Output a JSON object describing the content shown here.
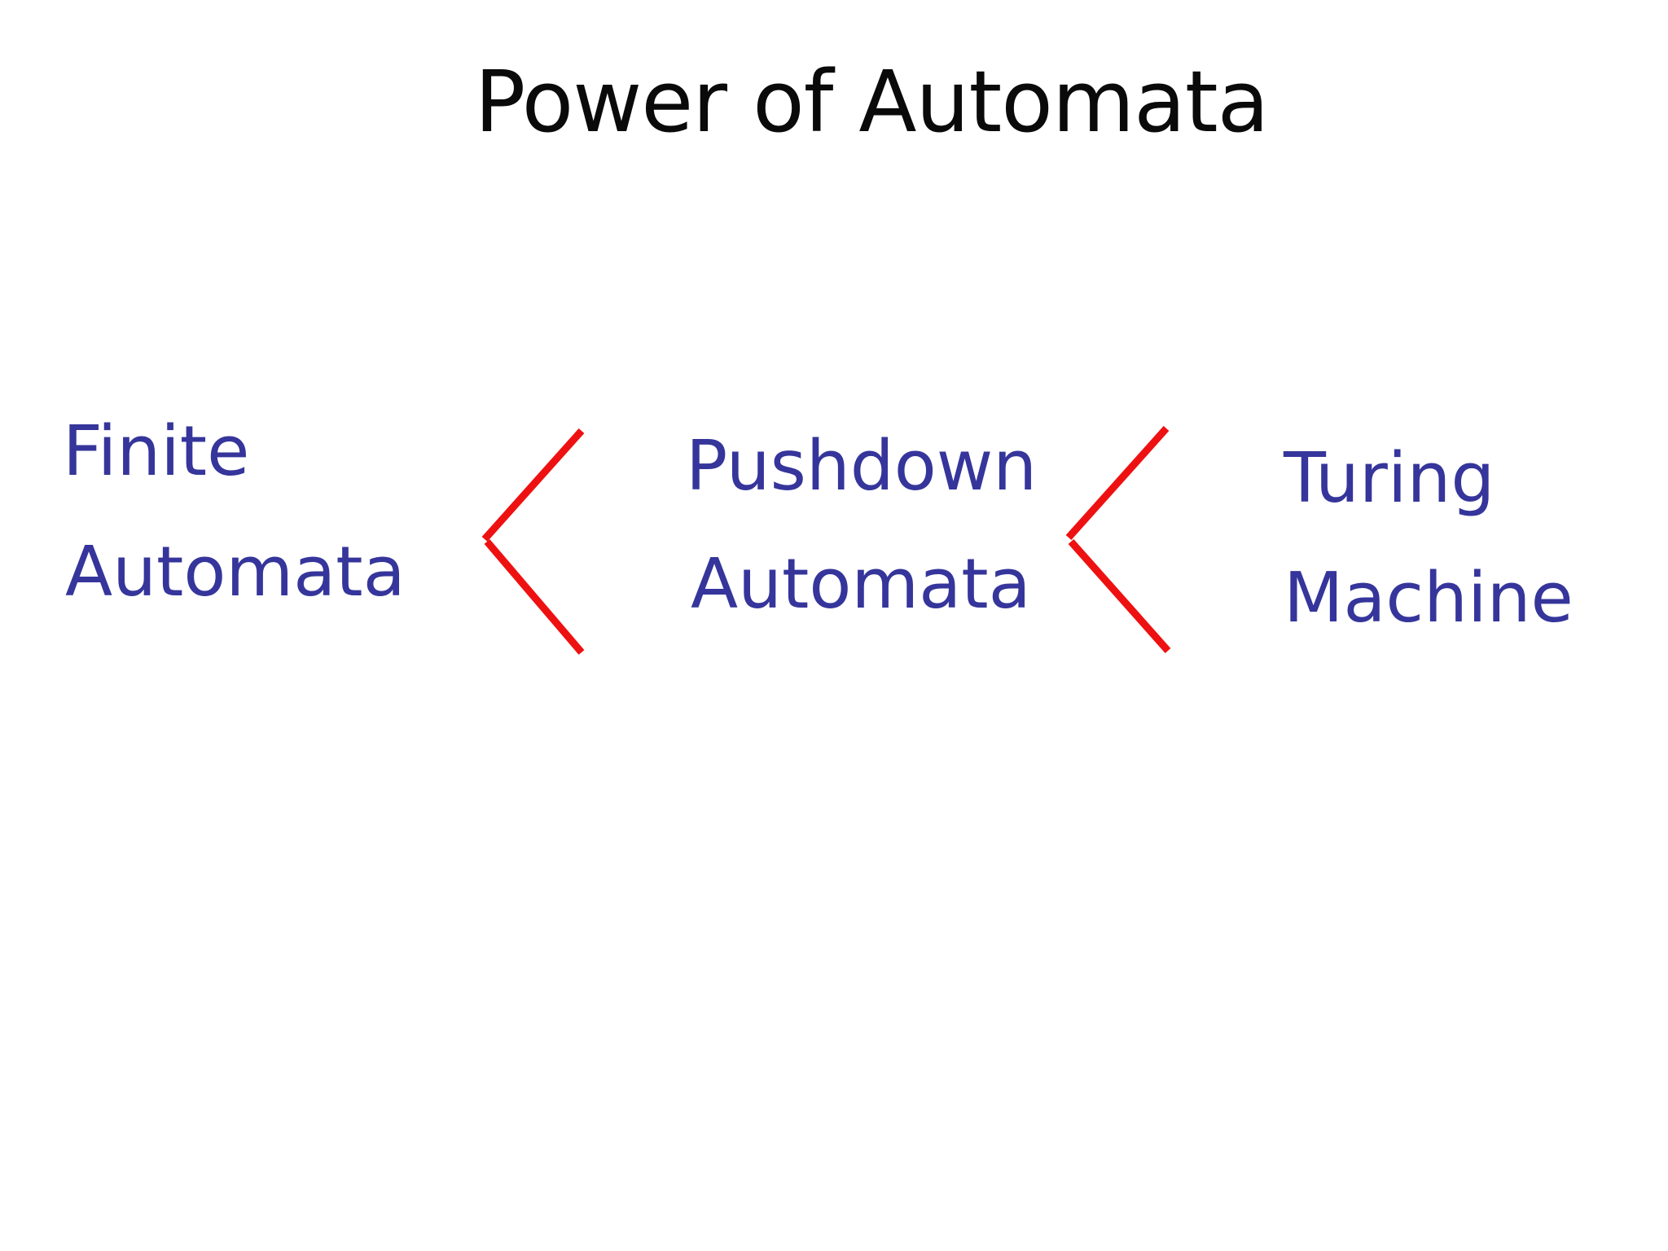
{
  "slide": {
    "title": "Power of Automata",
    "items": [
      {
        "name": "Finite Automata",
        "line1": "Finite",
        "line2": "Automata"
      },
      {
        "name": "Pushdown Automata",
        "line1": "Pushdown",
        "line2": "Automata"
      },
      {
        "name": "Turing Machine",
        "line1": "Turing",
        "line2": "Machine"
      }
    ],
    "comparison": {
      "symbol": "<",
      "icon": "less-than-chevron-icon"
    }
  },
  "colors": {
    "background": "#FFFFFF",
    "title": "#0A0A0A",
    "label": "#35359B",
    "chevron": "#EE1111"
  }
}
